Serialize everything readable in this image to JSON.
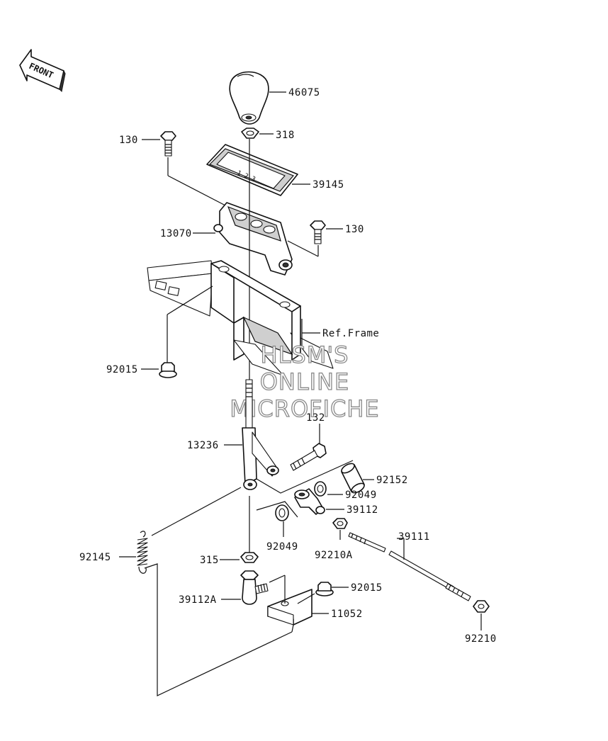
{
  "front_badge": "FRONT",
  "callouts": {
    "p46075": "46075",
    "p318": "318",
    "p130a": "130",
    "p39145": "39145",
    "p130b": "130",
    "p13070": "13070",
    "ref_frame": "Ref.Frame",
    "p92015a": "92015",
    "p132": "132",
    "p13236": "13236",
    "p92152": "92152",
    "p92049a": "92049",
    "p39112": "39112",
    "p92049b": "92049",
    "p92210a": "92210A",
    "p39111": "39111",
    "p92145": "92145",
    "p315": "315",
    "p92015b": "92015",
    "p39112a": "39112A",
    "p11052": "11052",
    "p92210": "92210"
  },
  "watermark": {
    "line1": "HLSM'S",
    "line2": "ONLINE",
    "line3": "MICROFICHE"
  }
}
